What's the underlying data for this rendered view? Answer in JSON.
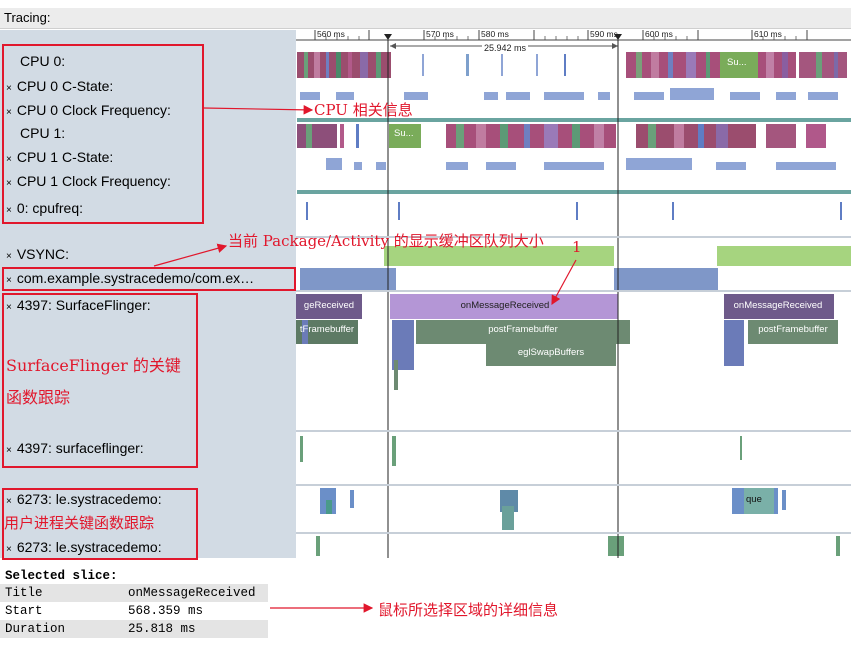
{
  "window": {
    "title": "Tracing:"
  },
  "ruler": {
    "ticks": [
      "560 ms",
      "570 ms",
      "580 ms",
      "590 ms",
      "600 ms",
      "610 ms"
    ],
    "selection_label": "25.942 ms"
  },
  "rows": {
    "cpu0": "CPU 0:",
    "cpu0_cstate": "CPU 0 C-State:",
    "cpu0_freq": "CPU 0 Clock Frequency:",
    "cpu1": "CPU 1:",
    "cpu1_cstate": "CPU 1 C-State:",
    "cpu1_freq": "CPU 1 Clock Frequency:",
    "cpufreq": "0: cpufreq:",
    "vsync": "VSYNC:",
    "app_queue": "com.example.systracedemo/com.ex…",
    "sf_thread": "4397: SurfaceFlinger:",
    "sf_process": "4397: surfaceflinger:",
    "app_thread": "6273: le.systracedemo:",
    "app_process": "6273: le.systracedemo:"
  },
  "close_glyph": "×",
  "slices": {
    "su": "Su...",
    "on_msg_left": "geReceived",
    "on_msg_mid": "onMessageReceived",
    "on_msg_right": "onMessageReceived",
    "post_fb_left": "tFramebuffer",
    "post_fb_mid": "postFramebuffer",
    "post_fb_right": "postFramebuffer",
    "egl": "eglSwapBuffers",
    "que": "que"
  },
  "annotations": {
    "cpu_info": "CPU 相关信息",
    "buffer_queue": "当前 Package/Activity 的显示缓冲区队列大小",
    "marker": "1",
    "sf_funcs_line1": "SurfaceFlinger 的关键",
    "sf_funcs_line2": "函数跟踪",
    "user_funcs": "用户进程关键函数跟踪",
    "detail_info": "鼠标所选择区域的详细信息"
  },
  "selected_slice": {
    "heading": "Selected slice:",
    "rows": [
      {
        "key": "Title",
        "value": "onMessageReceived"
      },
      {
        "key": "Start",
        "value": "568.359 ms"
      },
      {
        "key": "Duration",
        "value": "25.818 ms"
      }
    ]
  },
  "colors": {
    "annotation_red": "#e1172c",
    "left_pane": "#d2dbe4",
    "slice_purple": "#9b7fc4",
    "slice_dark_purple": "#6e5a8a",
    "slice_green": "#6d8a72",
    "slice_light_green": "#a6d47f",
    "slice_blue": "#8fa5d6"
  }
}
